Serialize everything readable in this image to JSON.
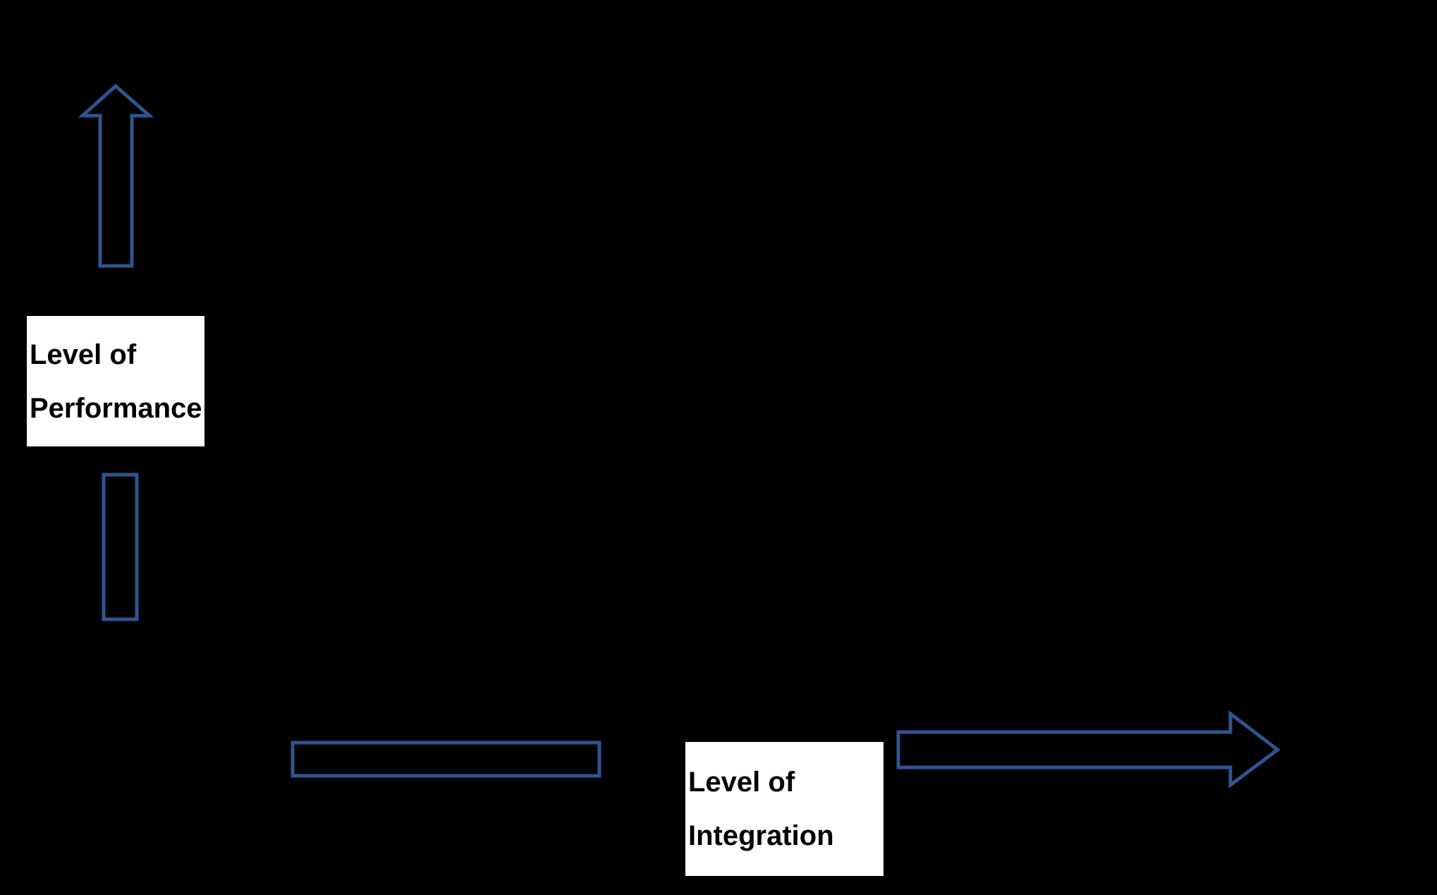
{
  "diagram": {
    "title": "Level of Performance versus Level of Integration axes",
    "background_color": "#000000",
    "stroke_color": "#2E5590",
    "label_background_color": "#FFFFFF",
    "label_text_color": "#000000",
    "y_axis": {
      "name": "vertical-axis",
      "label_line1": "Level of",
      "label_line2": "Performance",
      "arrow_direction": "up",
      "arrow_name": "up-arrow-icon"
    },
    "x_axis": {
      "name": "horizontal-axis",
      "label_line1": "Level of",
      "label_line2": "Integration",
      "arrow_direction": "right",
      "arrow_name": "right-arrow-icon"
    }
  }
}
